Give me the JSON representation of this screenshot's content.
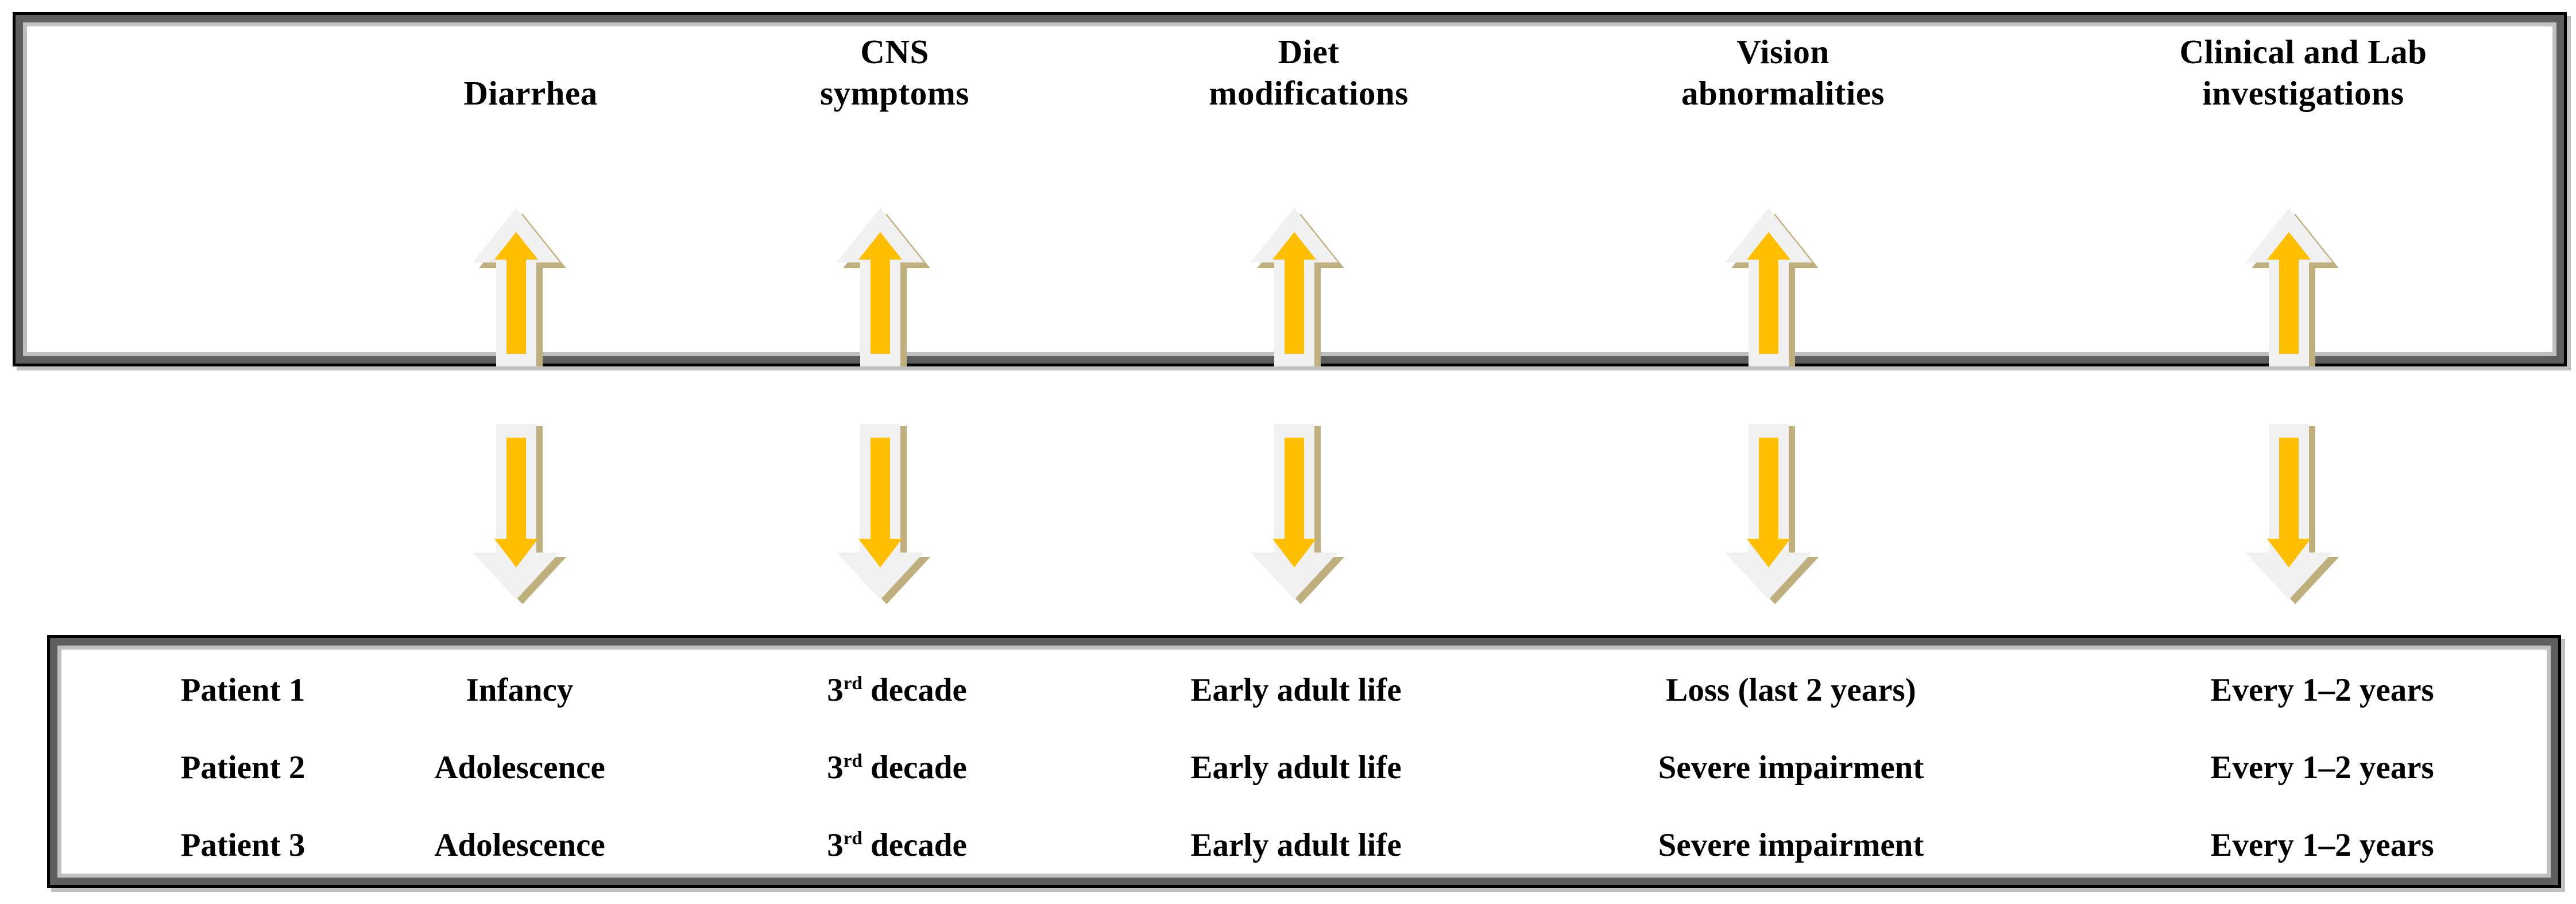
{
  "figure": {
    "type": "flow-diagram",
    "orientation": "two-box vertical flow with bidirectional arrow columns"
  },
  "colors": {
    "arrow_fill": "#FFBF00",
    "arrow_body": "#F1F1F1",
    "arrow_shadow": "#BFAE7E",
    "frame_outer": "#000000",
    "frame_mid": "#5E5E5E",
    "frame_inner": "#C0C0C0",
    "background": "#FFFFFF",
    "text": "#000000"
  },
  "top_box": {
    "headers": [
      {
        "name": "diarrhea",
        "lines": [
          "Diarrhea"
        ]
      },
      {
        "name": "cns-symptoms",
        "lines": [
          "CNS",
          "symptoms"
        ]
      },
      {
        "name": "diet-modifications",
        "lines": [
          "Diet",
          "modifications"
        ]
      },
      {
        "name": "vision-abnormalities",
        "lines": [
          "Vision",
          "abnormalities"
        ]
      },
      {
        "name": "clinical-and-lab-investigations",
        "lines": [
          "Clinical and Lab",
          "investigations"
        ]
      }
    ]
  },
  "arrows": {
    "up": [
      {
        "name": "up-arrow-diarrhea",
        "direction": "up"
      },
      {
        "name": "up-arrow-cns-symptoms",
        "direction": "up"
      },
      {
        "name": "up-arrow-diet-modifications",
        "direction": "up"
      },
      {
        "name": "up-arrow-vision-abnormalities",
        "direction": "up"
      },
      {
        "name": "up-arrow-clinical-and-lab-investigations",
        "direction": "up"
      }
    ],
    "down": [
      {
        "name": "down-arrow-diarrhea",
        "direction": "down"
      },
      {
        "name": "down-arrow-cns-symptoms",
        "direction": "down"
      },
      {
        "name": "down-arrow-diet-modifications",
        "direction": "down"
      },
      {
        "name": "down-arrow-vision-abnormalities",
        "direction": "down"
      },
      {
        "name": "down-arrow-clinical-and-lab-investigations",
        "direction": "down"
      }
    ]
  },
  "table": {
    "columns": [
      "Patient",
      "Diarrhea",
      "CNS symptoms",
      "Diet modifications",
      "Vision abnormalities",
      "Clinical and Lab investigations"
    ],
    "rows": [
      {
        "patient": "Patient 1",
        "diarrhea": "Infancy",
        "cns_prefix": "3",
        "cns_sup": "rd",
        "cns_suffix": " decade",
        "diet": "Early adult life",
        "vision": "Loss (last 2 years)",
        "investigations": "Every 1–2 years"
      },
      {
        "patient": "Patient 2",
        "diarrhea": "Adolescence",
        "cns_prefix": "3",
        "cns_sup": "rd",
        "cns_suffix": " decade",
        "diet": "Early adult life",
        "vision": "Severe impairment",
        "investigations": "Every 1–2 years"
      },
      {
        "patient": "Patient 3",
        "diarrhea": "Adolescence",
        "cns_prefix": "3",
        "cns_sup": "rd",
        "cns_suffix": " decade",
        "diet": "Early adult life",
        "vision": "Severe impairment",
        "investigations": "Every 1–2 years"
      }
    ]
  }
}
